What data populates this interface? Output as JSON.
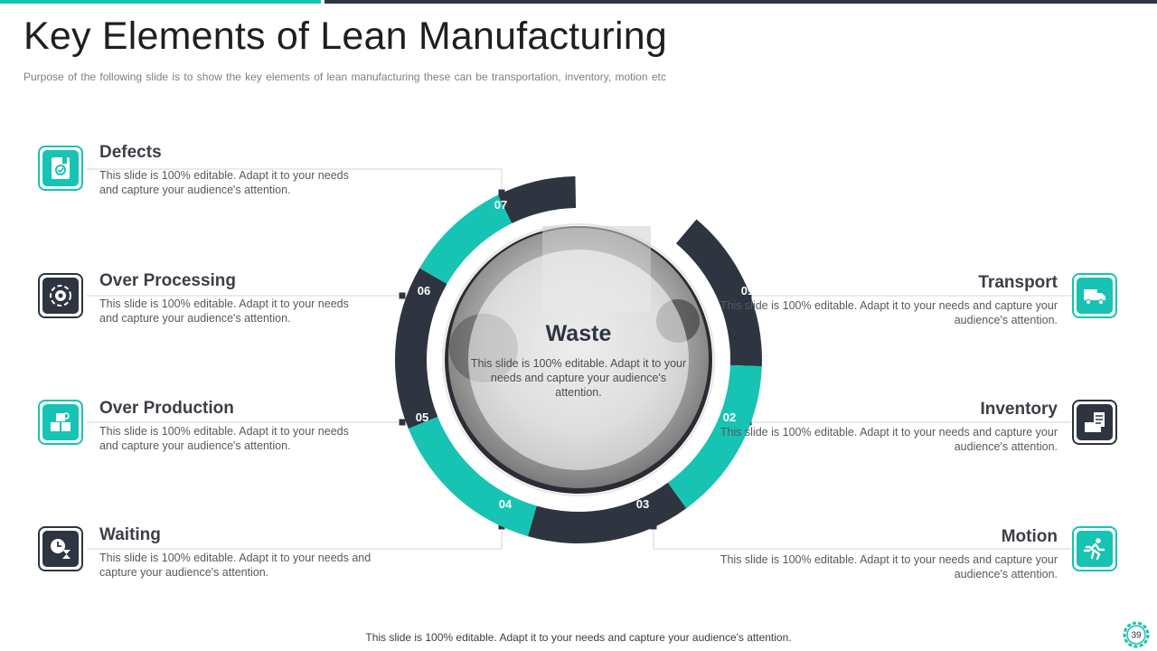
{
  "header": {
    "title": "Key Elements of Lean Manufacturing",
    "subtitle": "Purpose of the following slide is to show the key elements of lean manufacturing these can be transportation, inventory, motion etc"
  },
  "center": {
    "title": "Waste",
    "description": "This slide is 100% editable. Adapt it to your needs and capture your audience's attention."
  },
  "elements": [
    {
      "number": "01",
      "title": "Transport",
      "description": "This slide is 100% editable. Adapt it to your needs and capture your audience's attention.",
      "icon": "truck-icon",
      "icon_style": "teal"
    },
    {
      "number": "02",
      "title": "Inventory",
      "description": "This slide is 100% editable. Adapt it to your needs and capture your audience's attention.",
      "icon": "inventory-checklist-icon",
      "icon_style": "dark"
    },
    {
      "number": "03",
      "title": "Motion",
      "description": "This slide is 100% editable. Adapt it to your needs and capture your audience's attention.",
      "icon": "running-person-icon",
      "icon_style": "teal"
    },
    {
      "number": "04",
      "title": "Waiting",
      "description": "This slide is 100% editable. Adapt it to your needs and capture your audience's attention.",
      "icon": "clock-hourglass-icon",
      "icon_style": "dark"
    },
    {
      "number": "05",
      "title": "Over Production",
      "description": "This slide is 100% editable. Adapt it to your needs and capture your audience's attention.",
      "icon": "production-boxes-icon",
      "icon_style": "teal"
    },
    {
      "number": "06",
      "title": "Over Processing",
      "description": "This slide is 100% editable. Adapt it to your needs and capture your audience's attention.",
      "icon": "gear-process-icon",
      "icon_style": "dark"
    },
    {
      "number": "07",
      "title": "Defects",
      "description": "This slide is 100% editable. Adapt it to your needs and capture your audience's attention.",
      "icon": "defect-report-icon",
      "icon_style": "teal"
    }
  ],
  "footer": {
    "text": "This slide is 100% editable. Adapt it to your needs and capture your audience's attention.",
    "page_number": "39"
  },
  "colors": {
    "teal": "#17c3b2",
    "dark": "#2e3540",
    "text": "#3a3d44",
    "muted": "#7d8087"
  }
}
